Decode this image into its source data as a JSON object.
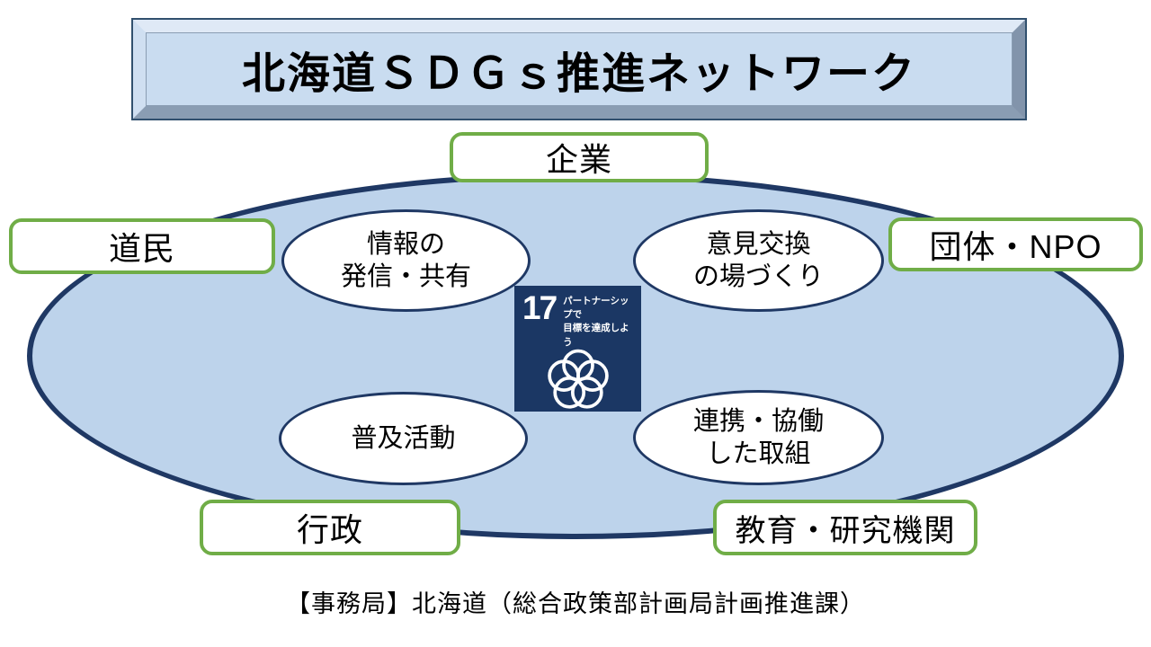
{
  "title": "北海道ＳＤＧｓ推進ネットワーク",
  "footer": "【事務局】北海道（総合政策部計画局計画推進課）",
  "stakeholders": [
    {
      "id": "companies",
      "label": "企業"
    },
    {
      "id": "residents",
      "label": "道民"
    },
    {
      "id": "organizations-npo",
      "label": "団体・NPO"
    },
    {
      "id": "government",
      "label": "行政"
    },
    {
      "id": "education-research",
      "label": "教育・研究機関"
    }
  ],
  "activities": [
    {
      "id": "info-sharing",
      "lines": [
        "情報の",
        "発信・共有"
      ]
    },
    {
      "id": "opinion-exchange",
      "lines": [
        "意見交換",
        "の場づくり"
      ]
    },
    {
      "id": "dissemination",
      "lines": [
        "普及活動"
      ]
    },
    {
      "id": "collaboration",
      "lines": [
        "連携・協働",
        "した取組"
      ]
    }
  ],
  "sdg_icon": {
    "number": "17",
    "caption_lines": [
      "パートナーシップで",
      "目標を達成しよう"
    ]
  },
  "colors": {
    "navy": "#1F3864",
    "ellipse_fill": "#BDD3EB",
    "green_border": "#70AD47",
    "sdg_navy": "#1B3764",
    "banner_face": "#C9DCF0",
    "bevel_top": "#DFE9F6",
    "bevel_left": "#CFDFF1",
    "bevel_bottom": "#8A9DB3",
    "bevel_right": "#8294AB",
    "bevel_edge": "#31506E"
  }
}
